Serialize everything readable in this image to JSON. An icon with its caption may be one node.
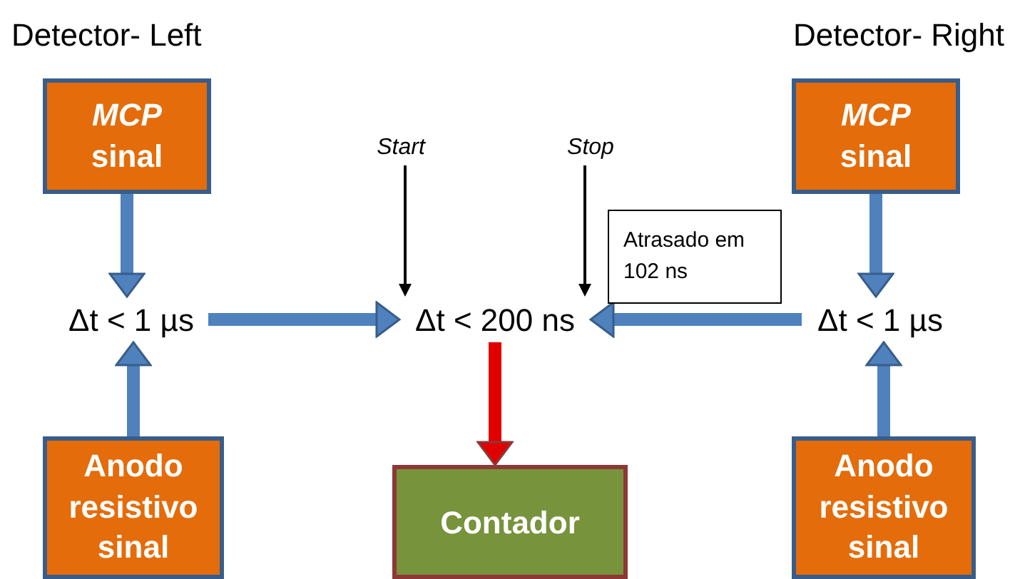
{
  "diagram": {
    "nodes": [
      {
        "text": [
          "*MCP* sinal"
        ]
      },
      {
        "text": [
          "Δt < 1 µs"
        ]
      },
      {
        "text": [
          "Anodo resistivo sinal"
        ]
      },
      {
        "text": [
          "Start"
        ]
      },
      {
        "text": [
          "Δt < 200 ns"
        ]
      },
      {
        "text": [
          "Stop"
        ]
      },
      {
        "text": [
          "Atrasado em 102 ns"
        ]
      },
      {
        "text": [
          "*MCP* sinal"
        ]
      },
      {
        "text": [
          "Δt < 1 µs"
        ]
      },
      {
        "text": [
          "Anodo resistivo sinal"
        ]
      },
      {
        "text": [
          "Contador"
        ]
      }
    ],
    "edges": [
      {
        "from": 0,
        "to": 1,
        "arrow": "to"
      },
      {
        "from": 2,
        "to": 1,
        "arrow": "to"
      },
      {
        "from": 1,
        "to": 4,
        "arrow": "to"
      },
      {
        "from": 3,
        "to": 4,
        "arrow": "to",
        "color": "#000000"
      },
      {
        "from": 5,
        "to": 4,
        "arrow": "to",
        "color": "#000000"
      },
      {
        "from": 8,
        "to": 4,
        "arrow": "to"
      },
      {
        "from": 7,
        "to": 8,
        "arrow": "to"
      },
      {
        "from": 9,
        "to": 8,
        "arrow": "to"
      },
      {
        "from": 4,
        "to": 10,
        "arrow": "to",
        "color": "#e00000"
      }
    ],
    "labels": [
      "Detector- Left",
      "Detector- Right"
    ]
  }
}
